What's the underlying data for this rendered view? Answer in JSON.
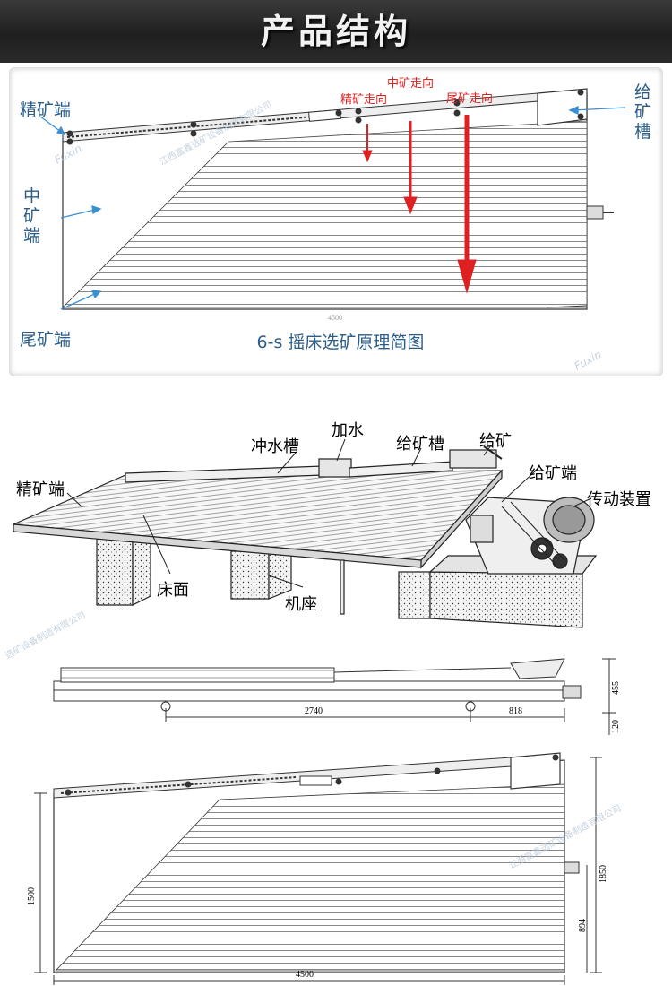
{
  "header": {
    "title": "产品结构"
  },
  "figure1": {
    "labels": {
      "concentrate_end": "精矿端",
      "middling_end": "中矿端",
      "tailing_end": "尾矿端",
      "feed_chute": "给矿槽"
    },
    "flows": {
      "concentrate": "精矿走向",
      "middling": "中矿走向",
      "tailing": "尾矿走向"
    },
    "dim_hint": "4500",
    "caption": "6-s 摇床选矿原理简图",
    "arrow_color": "#e02020",
    "label_color": "#2a5d8a"
  },
  "figure2": {
    "labels": {
      "flush_trough": "冲水槽",
      "add_water": "加水",
      "feed_chute": "给矿槽",
      "feed": "给矿",
      "feed_end": "给矿端",
      "drive": "传动装置",
      "concentrate_end": "精矿端",
      "deck": "床面",
      "base": "机座"
    }
  },
  "figure3": {
    "dims": {
      "d1": "2740",
      "d2": "818",
      "d3": "455",
      "d4": "120"
    }
  },
  "figure4": {
    "dims": {
      "width": "4500",
      "height_left": "1500",
      "height_right": "1850",
      "height_mid": "894"
    }
  },
  "watermark": {
    "brand": "Fuxin",
    "company": "江西富鑫选矿设备制造有限公司",
    "company_partial": "选矿设备制造有限公司"
  }
}
